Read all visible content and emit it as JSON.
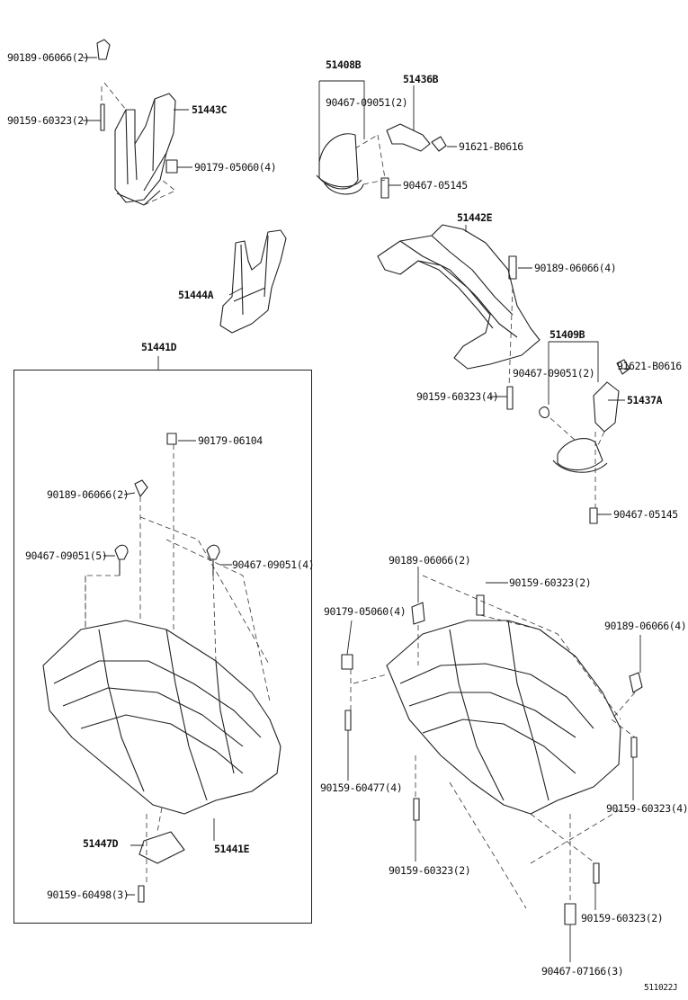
{
  "diagram": {
    "labels": {
      "p1": "90189-06066(2)",
      "p2": "90159-60323(2)",
      "p3": "51443C",
      "p4": "90179-05060(4)",
      "p5": "51408B",
      "p6": "51436B",
      "p7": "90467-09051(2)",
      "p8": "91621-B0616",
      "p9": "90467-05145",
      "p10": "51442E",
      "p11": "90189-06066(4)",
      "p12": "51444A",
      "p13": "51441D",
      "p14": "51409B",
      "p15": "90467-09051(2)",
      "p16": "91621-B0616",
      "p17": "90159-60323(4)",
      "p18": "51437A",
      "p19": "90179-06104",
      "p20": "90189-06066(2)",
      "p21": "90467-05145",
      "p22": "90467-09051(5)",
      "p23": "90467-09051(4)",
      "p24": "90189-06066(2)",
      "p25": "90159-60323(2)",
      "p26": "90179-05060(4)",
      "p27": "90189-06066(4)",
      "p28": "51447D",
      "p29": "51441E",
      "p30": "90159-60477(4)",
      "p31": "90159-60323(4)",
      "p32": "90159-60498(3)",
      "p33": "90159-60323(2)",
      "p34": "90159-60323(2)",
      "p35": "90467-07166(3)",
      "p36": "511022J"
    }
  }
}
